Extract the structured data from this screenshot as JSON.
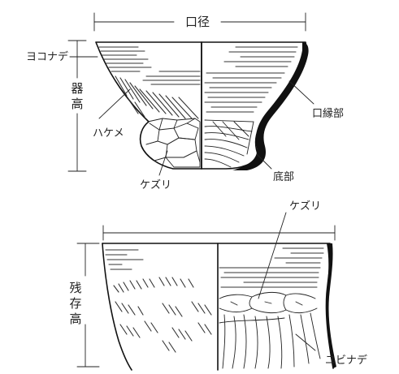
{
  "top_figure": {
    "labels": {
      "rim_diameter": "口径",
      "vessel_height": "器高",
      "yokonade": "ヨコナデ",
      "hake": "ハケメ",
      "kezuri": "ケズリ",
      "rim_part": "口縁部",
      "base_part": "底部"
    }
  },
  "bottom_figure": {
    "labels": {
      "remaining_height": "残存高",
      "kezuri": "ケズリ",
      "yubinade": "ユビナデ"
    }
  }
}
